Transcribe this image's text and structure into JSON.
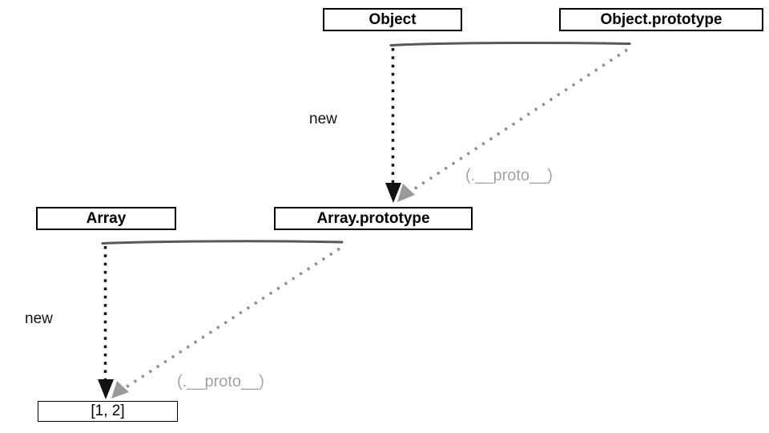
{
  "diagram": {
    "type": "prototype-chain-diagram",
    "background": "#ffffff",
    "colors": {
      "box_border": "#000000",
      "box_text": "#000000",
      "solid_line": "#585858",
      "new_edge": "#111111",
      "proto_edge": "#8f8f8f",
      "proto_arrow": "#9a9a9a",
      "proto_label": "#a3a3a3",
      "new_label": "#111111"
    },
    "nodes": [
      {
        "id": "object",
        "label": "Object"
      },
      {
        "id": "object_prototype",
        "label": "Object.prototype"
      },
      {
        "id": "array",
        "label": "Array"
      },
      {
        "id": "array_prototype",
        "label": "Array.prototype"
      },
      {
        "id": "instance",
        "label": "[1, 2]"
      }
    ],
    "edges": [
      {
        "from": "Object",
        "to": "Array.prototype",
        "label": "new",
        "style": "black-dotted-arrow"
      },
      {
        "from": "Object.prototype",
        "to": "Array.prototype",
        "label": "(.__proto__)",
        "style": "gray-dotted-arrow"
      },
      {
        "from": "Array",
        "to": "[1, 2]",
        "label": "new",
        "style": "black-dotted-arrow"
      },
      {
        "from": "Array.prototype",
        "to": "[1, 2]",
        "label": "(.__proto__)",
        "style": "gray-dotted-arrow"
      }
    ]
  }
}
